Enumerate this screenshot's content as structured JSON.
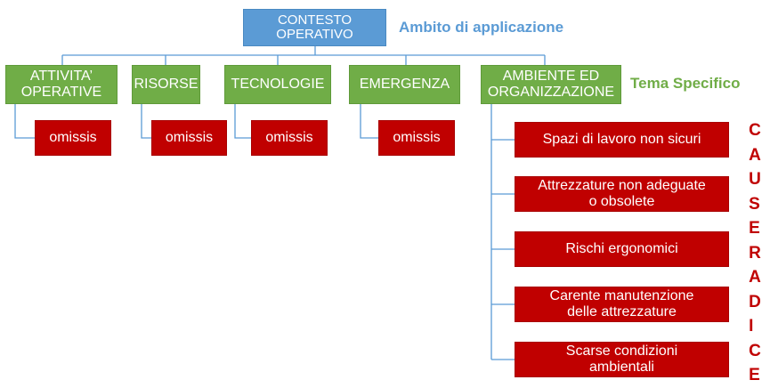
{
  "root": {
    "label": "CONTESTO\nOPERATIVO",
    "color": "#5b9bd5"
  },
  "ambito_label": "Ambito di applicazione",
  "tema_label": "Tema Specifico",
  "categories": [
    {
      "label": "ATTIVITA’\nOPERATIVE",
      "children": [
        "omissis"
      ]
    },
    {
      "label": "RISORSE",
      "children": [
        "omissis"
      ]
    },
    {
      "label": "TECNOLOGIE",
      "children": [
        "omissis"
      ]
    },
    {
      "label": "EMERGENZA",
      "children": [
        "omissis"
      ]
    },
    {
      "label": "AMBIENTE ED\nORGANIZZAZIONE",
      "children": [
        "Spazi di lavoro non sicuri",
        "Attrezzature non adeguate\no obsolete",
        "Rischi ergonomici",
        "Carente manutenzione\ndelle attrezzature",
        "Scarse condizioni\nambientali"
      ]
    }
  ],
  "side_label_words": [
    "CAUSE",
    "RADICE"
  ],
  "colors": {
    "root": "#5b9bd5",
    "category": "#70ad47",
    "cause": "#c00000",
    "connector": "#5b9bd5",
    "ambito_text": "#5b9bd5",
    "tema_text": "#70ad47",
    "side_text": "#c00000"
  }
}
